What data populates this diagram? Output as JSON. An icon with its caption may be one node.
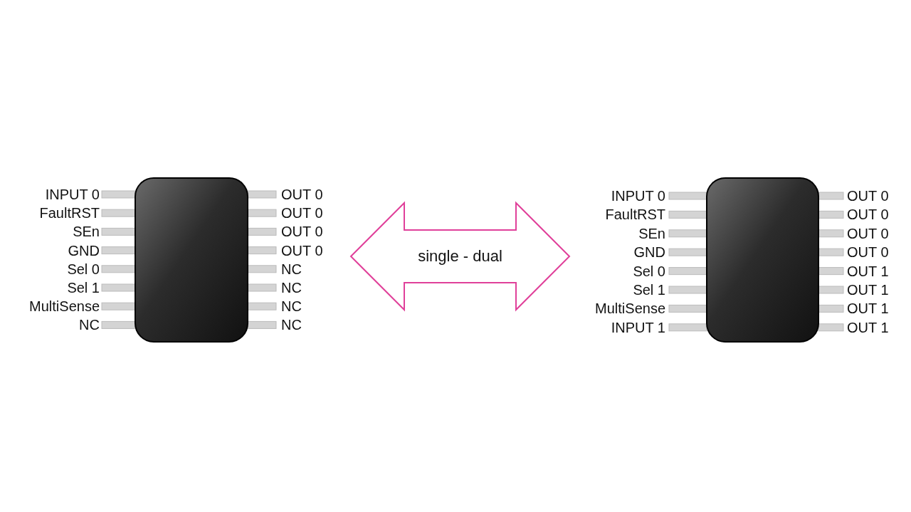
{
  "diagram": {
    "nodes": [
      {
        "text": [
          "INPUT 0",
          "FaultRST",
          "SEn",
          "GND",
          "Sel 0",
          "Sel 1",
          "MultiSense",
          "NC",
          "OUT 0",
          "OUT 0",
          "OUT 0",
          "OUT 0",
          "NC",
          "NC",
          "NC",
          "NC"
        ]
      },
      {
        "text": [
          "INPUT 0",
          "FaultRST",
          "SEn",
          "GND",
          "Sel 0",
          "Sel 1",
          "MultiSense",
          "INPUT 1",
          "OUT 0",
          "OUT 0",
          "OUT 0",
          "OUT 0",
          "OUT 1",
          "OUT 1",
          "OUT 1",
          "OUT 1"
        ]
      }
    ],
    "edges": [
      {
        "from": 0,
        "to": 1,
        "arrow": "both",
        "label": "single - dual",
        "color": "#e0409a"
      }
    ]
  }
}
